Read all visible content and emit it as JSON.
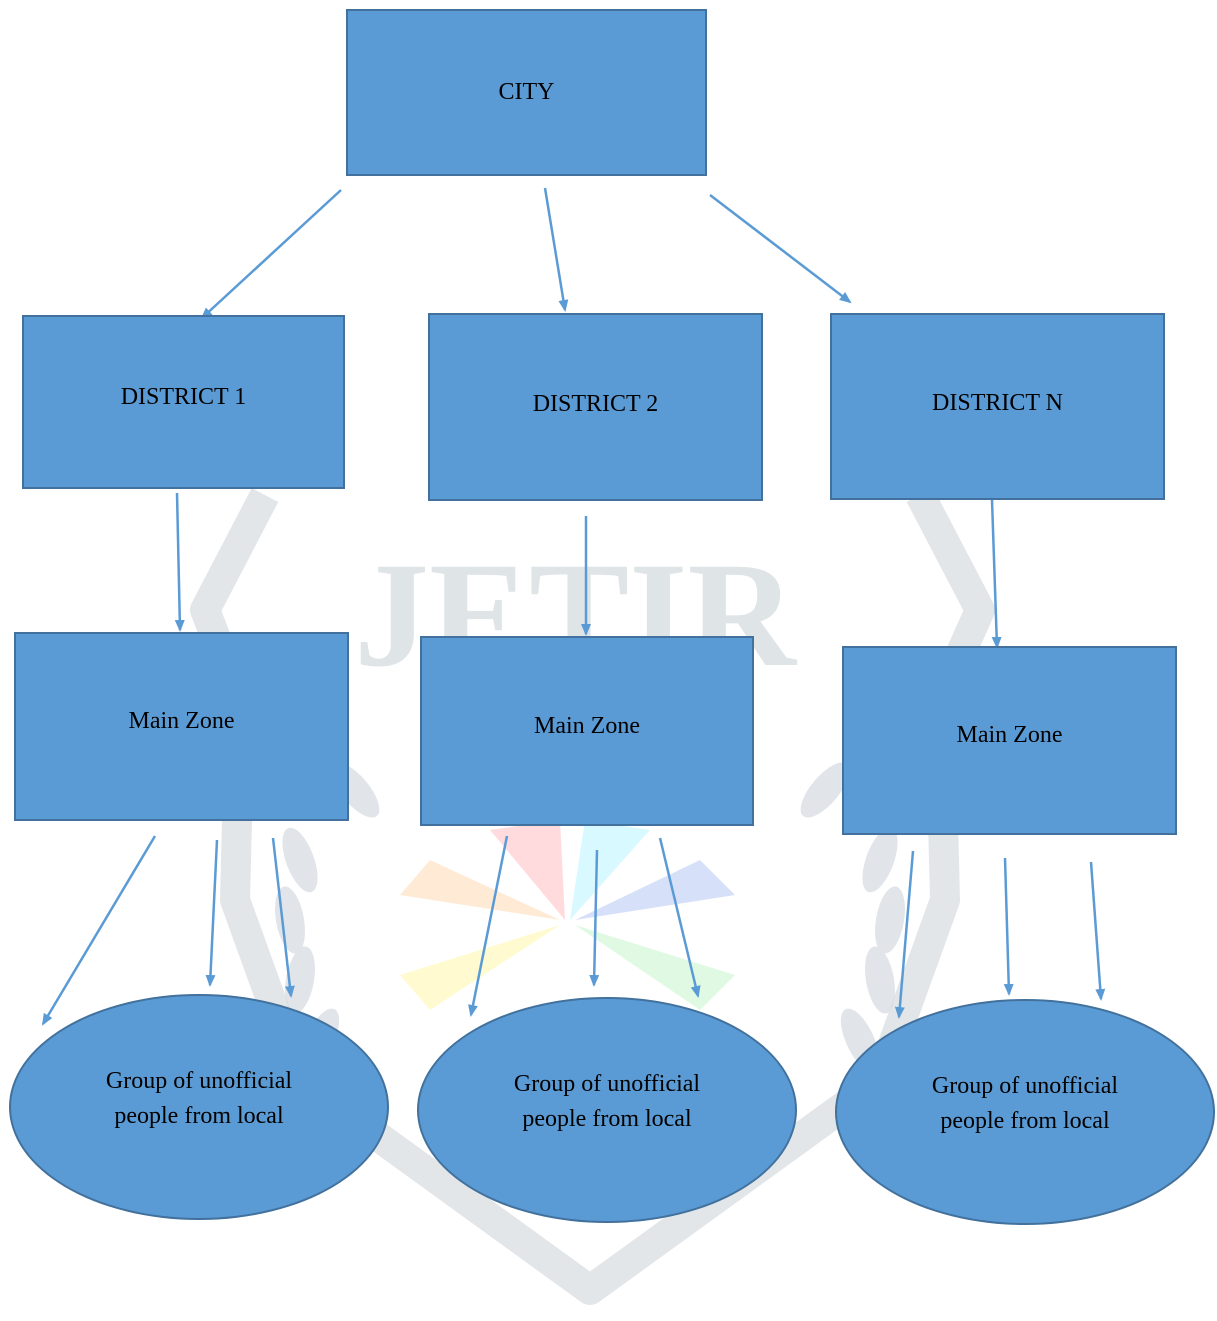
{
  "diagram": {
    "root": {
      "label": "CITY"
    },
    "districts": [
      {
        "label": "DISTRICT 1"
      },
      {
        "label": "DISTRICT 2"
      },
      {
        "label": "DISTRICT N"
      }
    ],
    "zones": [
      {
        "label": "Main Zone"
      },
      {
        "label": "Main Zone"
      },
      {
        "label": "Main Zone"
      }
    ],
    "groups": [
      {
        "label": "Group of unofficial people from local"
      },
      {
        "label": "Group of unofficial people from local"
      },
      {
        "label": "Group of unofficial people from local"
      }
    ]
  },
  "watermark": {
    "text": "JETIR"
  },
  "colors": {
    "node_fill": "#5b9bd5",
    "node_border": "#41719c",
    "arrow": "#5b9bd5",
    "watermark": "#d5dbe0"
  }
}
